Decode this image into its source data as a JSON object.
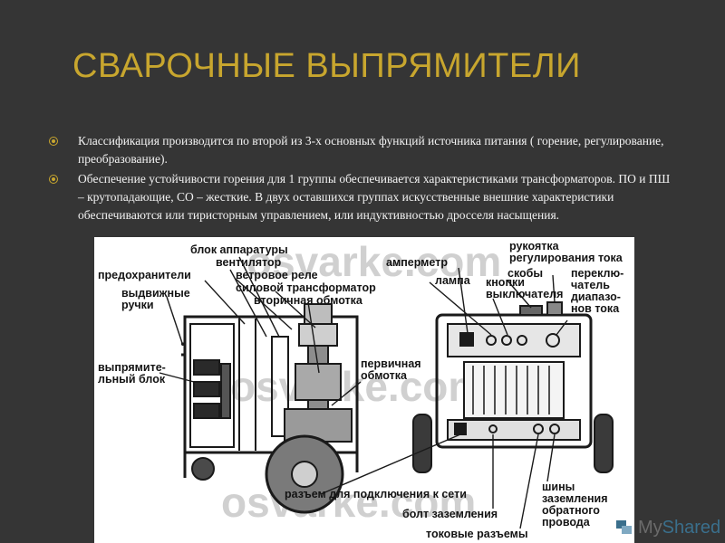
{
  "slide": {
    "title": "СВАРОЧНЫЕ ВЫПРЯМИТЕЛИ",
    "bullets": [
      "Классификация производится по второй из 3-х основных функций источника питания ( горение, регулирование, преобразование).",
      "Обеспечение устойчивости горения для 1 группы обеспечивается характеристиками трансформаторов. ПО и ПШ – крутопадающие, СО – жесткие. В двух оставшихся группах искусственные внешние характеристики обеспечиваются или тиристорным управлением, или индуктивностью дросселя насыщения."
    ]
  },
  "figure": {
    "labels": {
      "block_apparatus": "блок аппаратуры",
      "fan": "вентилятор",
      "fuses": "предохранители",
      "wind_relay": "ветровое реле",
      "power_transformer": "силовой трансформатор",
      "pull_handles": "выдвижные\nручки",
      "secondary_winding": "вторичная обмотка",
      "primary_winding": "первичная\nобмотка",
      "rectifier_block": "выпрямите-\nльный блок",
      "ammeter": "амперметр",
      "lamp": "лампа",
      "switch_buttons": "кнопки\nвыключателя",
      "brackets": "скобы",
      "current_handle": "рукоятка\nрегулирования тока",
      "range_switch": "переклю-\nчатель\nдиапазо-\nнов тока",
      "mains_connector": "разъем для подключения к сети",
      "ground_bolt": "болт заземления",
      "current_connectors": "токовые разъемы",
      "ground_return_bus": "шины\nзаземления\nобратного\nпровода"
    },
    "watermark": "osvarke.com"
  },
  "branding": {
    "prefix": "My",
    "suffix": "Shared"
  }
}
